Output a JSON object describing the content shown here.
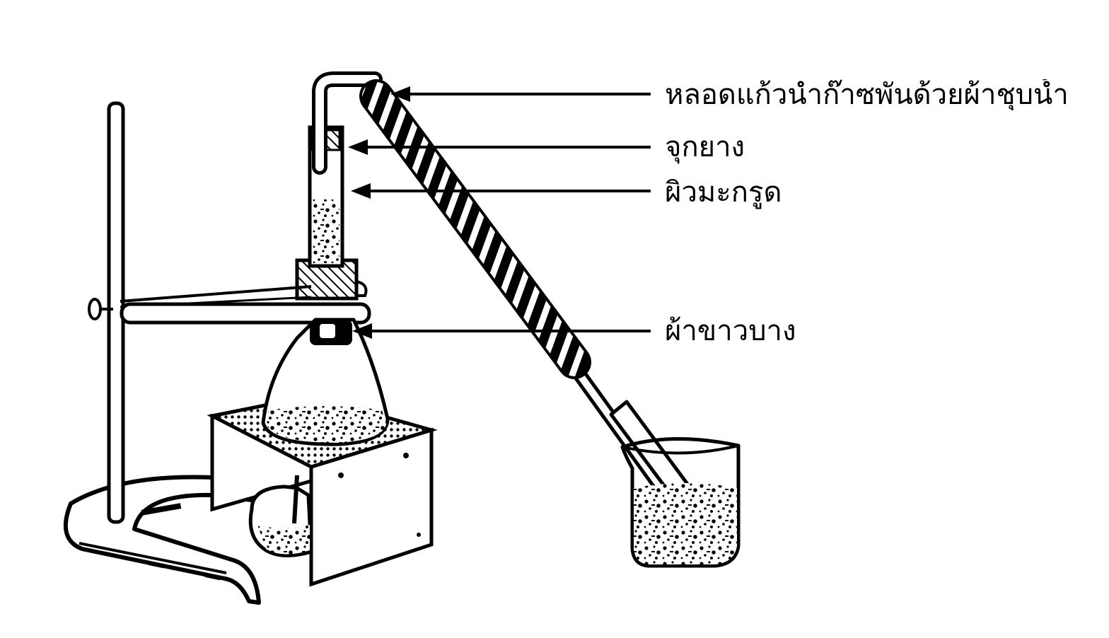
{
  "labels": {
    "delivery_tube": "หลอดแก้วนำก๊าซพันด้วยผ้าชุบน้ำ",
    "rubber_stopper": "จุกยาง",
    "lime_peel": "ผิวมะกรูด",
    "thin_white_cloth": "ผ้าขาวบาง"
  }
}
